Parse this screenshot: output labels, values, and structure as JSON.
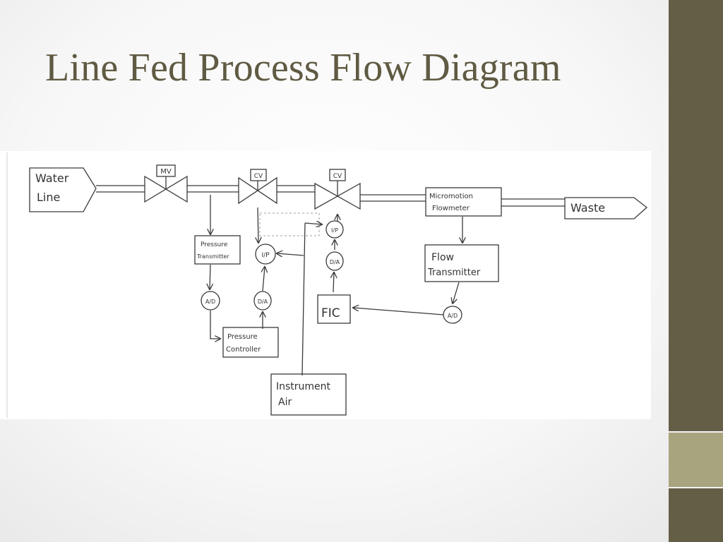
{
  "slide": {
    "title": "Line Fed Process Flow Diagram"
  },
  "theme": {
    "title_color": "#5f5a42",
    "sidebar_color": "#655e47",
    "sidebar_accent_color": "#a8a47e",
    "sketch_color": "#3a3a3a"
  },
  "diagram": {
    "water_line_1": "Water",
    "water_line_2": "Line",
    "mv": "MV",
    "cv1": "CV",
    "cv2": "CV",
    "micromotion_1": "Micromotion",
    "micromotion_2": "Flowmeter",
    "waste": "Waste",
    "pressure_tx_1": "Pressure",
    "pressure_tx_2": "Transmitter",
    "ip1": "I/P",
    "ip2": "I/P",
    "da1": "D/A",
    "da2": "D/A",
    "ad1": "A/D",
    "ad2": "A/D",
    "flow_tx_1": "Flow",
    "flow_tx_2": "Transmitter",
    "fic": "FIC",
    "pressure_ctrl_1": "Pressure",
    "pressure_ctrl_2": "Controller",
    "instrument_air_1": "Instrument",
    "instrument_air_2": "Air"
  }
}
